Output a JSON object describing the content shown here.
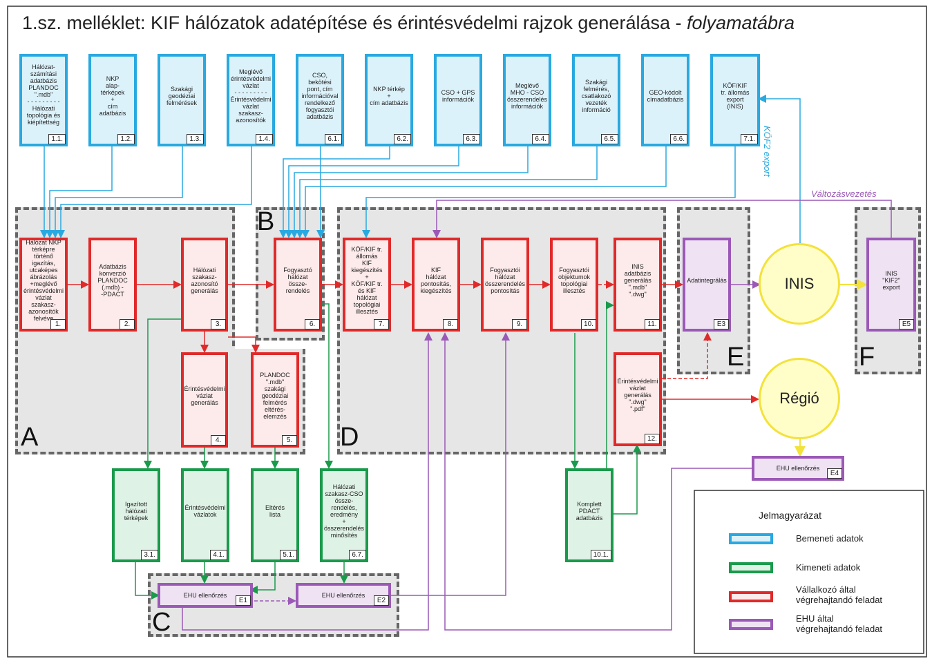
{
  "title": {
    "main": "1.sz. melléklet: KIF hálózatok adatépítése és érintésvédelmi rajzok generálása - ",
    "italic": "folyamatábra"
  },
  "zones": {
    "A": "A",
    "B": "B",
    "C": "C",
    "D": "D",
    "E": "E",
    "F": "F"
  },
  "inputs": [
    {
      "text": "Hálózat-\nszámítási\nadatbázis\nPLANDOC\n\".mdb\"\n- - - - - - - - -\nHálózati\ntopológia és\nkiépítettség",
      "num": "1.1."
    },
    {
      "text": "NKP\nalap-\ntérképek\n+\ncím\nadatbázis",
      "num": "1.2."
    },
    {
      "text": "Szakági\ngeodéziai\nfelmérések",
      "num": "1.3."
    },
    {
      "text": "Meglévő\nérintésvédelmi\nvázlat\n- - - - - - - - -\nÉrintésvédelmi\nvázlat\nszakasz-\nazonosítók",
      "num": "1.4."
    },
    {
      "text": "CSO, bekötési\npont, cím\ninformációval\nrendelkező\nfogyasztói\nadatbázis",
      "num": "6.1."
    },
    {
      "text": "NKP térkép\n+\ncím adatbázis",
      "num": "6.2."
    },
    {
      "text": "CSO + GPS\ninformációk",
      "num": "6.3."
    },
    {
      "text": "Meglévő\nMHO - CSO\nösszerendelés\ninformációk",
      "num": "6.4."
    },
    {
      "text": "Szakági\nfelmérés,\ncsatlakozó\nvezeték\ninformáció",
      "num": "6.5."
    },
    {
      "text": "GEO-kódolt\ncímadatbázis",
      "num": "6.6."
    },
    {
      "text": "KÖF/KIF\ntr. állomás\nexport\n(INIS)",
      "num": "7.1."
    }
  ],
  "tasks": [
    {
      "text": "Hálózat NKP\ntérképre\ntörténő\nigazítás,\nutcaképes\nábrázolás\n+meglévő\nérintésvédelmi\nvázlat szakasz-\nazonosítók\nfelvéve",
      "num": "1."
    },
    {
      "text": "Adatbázis\nkonverzió\nPLANDOC\n(.mdb) -\n-PDACT",
      "num": "2."
    },
    {
      "text": "Hálózati\nszakasz-\nazonosító\ngenerálás",
      "num": "3."
    },
    {
      "text": "Érintésvédelmi\nvázlat\ngenerálás",
      "num": "4."
    },
    {
      "text": "PLANDOC\n\".mdb\"\nszakági\ngeodéziai\nfelmérés\neltérés-\nelemzés",
      "num": "5."
    },
    {
      "text": "Fogyasztó\nhálózat\nössze-\nrendelés",
      "num": "6."
    },
    {
      "text": "KÖF/KIF tr.\nállomás\nKIF\nkiegészítés\n+\nKÖF/KIF tr.\nés KIF hálózat\ntopológiai\nillesztés",
      "num": "7."
    },
    {
      "text": "KIF\nhálózat\npontosítás,\nkiegészítés",
      "num": "8."
    },
    {
      "text": "Fogyasztói\nhálózat\nösszerendelés\npontosítás",
      "num": "9."
    },
    {
      "text": "Fogyasztói\nobjektumok\ntopológiai\nillesztés",
      "num": "10."
    },
    {
      "text": "INIS\nadatbázis\ngenerálás\n\".mdb\"\n\".dwg\"",
      "num": "11."
    },
    {
      "text": "Érintésvédelmi\nvázlat\ngenerálás\n\".dwg\"\n\".pdf\"",
      "num": "12."
    }
  ],
  "outputs": [
    {
      "text": "Igazított\nhálózati\ntérképek",
      "num": "3.1."
    },
    {
      "text": "Érintésvédelmi\nvázlatok",
      "num": "4.1."
    },
    {
      "text": "Eltérés\nlista",
      "num": "5.1."
    },
    {
      "text": "Hálózati\nszakasz-CSO\nössze-\nrendelés,\neredmény\n+\nösszerendelés\nminősítés",
      "num": "6.7."
    },
    {
      "text": "Komplett\nPDACT\nadatbázis",
      "num": "10.1."
    }
  ],
  "ehu": [
    {
      "text": "EHU ellenőrzés",
      "num": "E1"
    },
    {
      "text": "EHU ellenőrzés",
      "num": "E2"
    },
    {
      "text": "Adatintegrálás",
      "num": "E3"
    },
    {
      "text": "EHU ellenőrzés",
      "num": "E4"
    },
    {
      "text": "INIS\n\"KIF2\"\nexport",
      "num": "E5"
    }
  ],
  "circles": {
    "inis": "INIS",
    "regio": "Régió"
  },
  "labels": {
    "kof2": "KÖF2 export",
    "valtozas": "Változásvezetés"
  },
  "legend": {
    "title": "Jelmagyarázat",
    "items": [
      "Bemeneti adatok",
      "Kimeneti adatok",
      "Vállalkozó által\nvégrehajtandó feladat",
      "EHU által\nvégrehajtandó feladat"
    ]
  },
  "colors": {
    "input": "#29a9e0",
    "output": "#1a9a4b",
    "task": "#e02a2a",
    "ehu": "#9b59b6",
    "circle": "#f3e23b"
  }
}
